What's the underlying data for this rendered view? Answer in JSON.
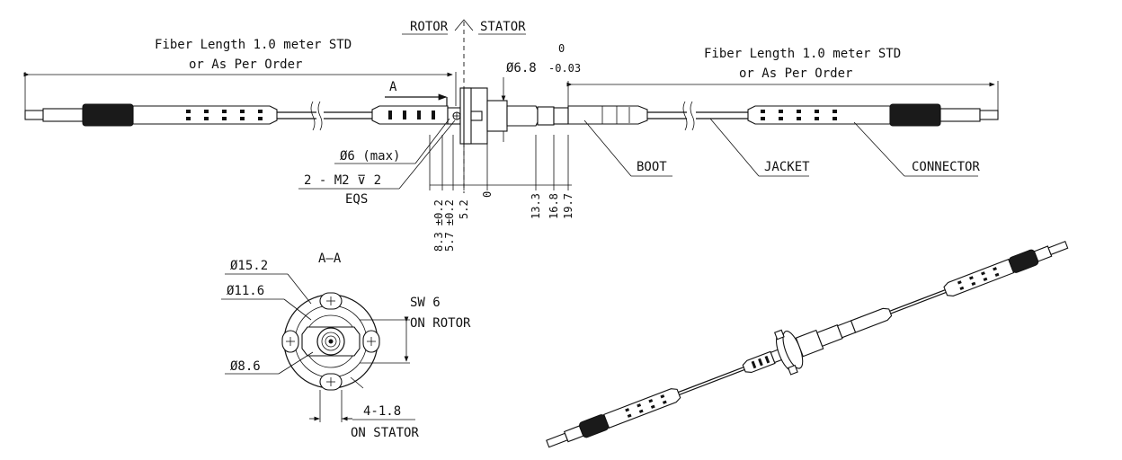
{
  "labels": {
    "rotor": "ROTOR",
    "stator": "STATOR",
    "fiber_length_left_1": "Fiber Length 1.0 meter STD",
    "fiber_length_left_2": "or As Per Order",
    "fiber_length_right_1": "Fiber Length 1.0 meter STD",
    "fiber_length_right_2": "or As Per Order",
    "dia_main": "Ø6.8",
    "tol_upper": "0",
    "tol_lower": "-0.03",
    "section_marker": "A",
    "dia_max": "Ø6 (max)",
    "thread_spec": "2 -  M2 ⊽ 2",
    "eqs": "EQS",
    "boot": "BOOT",
    "jacket": "JACKET",
    "connector": "CONNECTOR",
    "section_title": "A—A",
    "dia_15_2": "Ø15.2",
    "dia_11_6": "Ø11.6",
    "dia_8_6": "Ø8.6",
    "sw6": "SW 6",
    "on_rotor": "ON ROTOR",
    "slots": "4-1.8",
    "on_stator": "ON STATOR"
  },
  "dimensions": [
    {
      "id": "d1",
      "text": "8.3 ±0.2"
    },
    {
      "id": "d2",
      "text": "5.7 ±0.2"
    },
    {
      "id": "d3",
      "text": "5.2"
    },
    {
      "id": "d4",
      "text": "0"
    },
    {
      "id": "d5",
      "text": "13.3"
    },
    {
      "id": "d6",
      "text": "16.8"
    },
    {
      "id": "d7",
      "text": "19.7"
    }
  ]
}
